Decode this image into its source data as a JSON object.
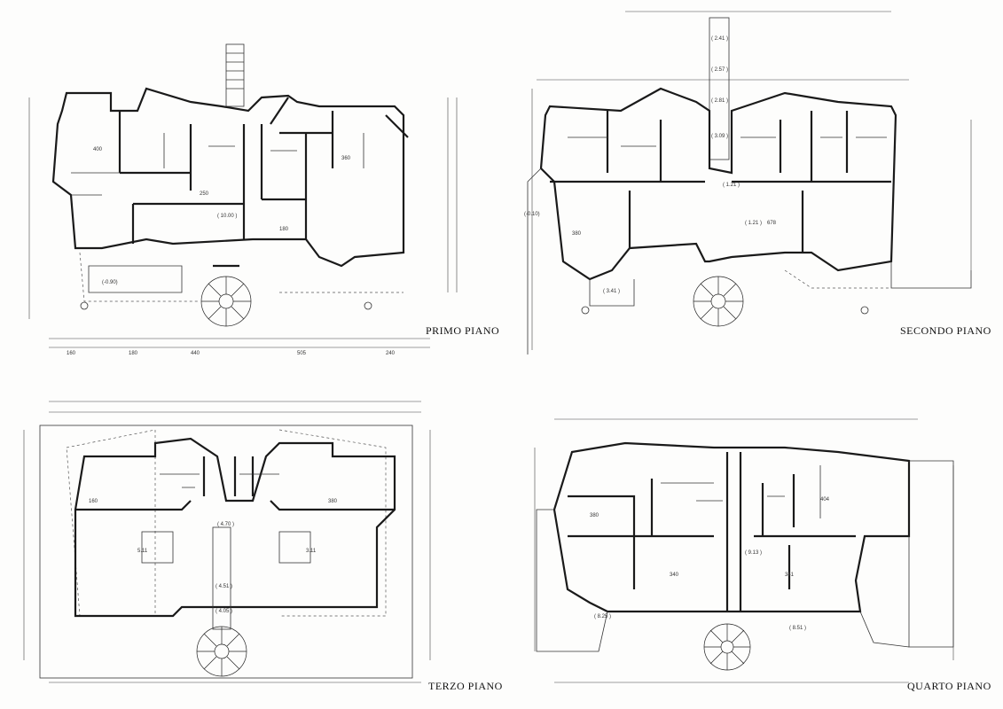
{
  "plans": [
    {
      "title": "PRIMO PIANO",
      "level": "( 10.00 )"
    },
    {
      "title": "SECONDO PIANO",
      "level": "( 1.21 )"
    },
    {
      "title": "TERZO PIANO",
      "level": "( 4.70 )"
    },
    {
      "title": "QUARTO PIANO",
      "level": "( 9.13 )"
    }
  ]
}
